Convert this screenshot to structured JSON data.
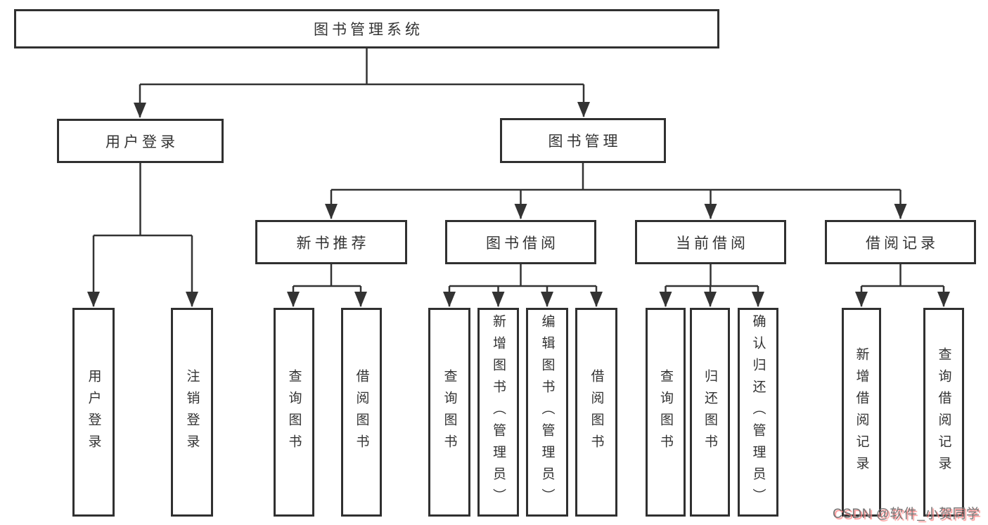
{
  "colors": {
    "background": "#ffffff",
    "line": "#333333",
    "box_border": "#303030",
    "text": "#333333",
    "watermark_gray": "#757575",
    "watermark_pink": "#ff8a8a"
  },
  "tree": {
    "root": "图书管理系统",
    "branches": [
      {
        "label": "用户登录",
        "leaves": [
          "用户登录",
          "注销登录"
        ]
      },
      {
        "label": "图书管理",
        "groups": [
          {
            "label": "新书推荐",
            "leaves": [
              "查询图书",
              "借阅图书"
            ]
          },
          {
            "label": "图书借阅",
            "leaves": [
              "查询图书",
              "新增图书（管理员）",
              "编辑图书（管理员）",
              "借阅图书"
            ]
          },
          {
            "label": "当前借阅",
            "leaves": [
              "查询图书",
              "归还图书",
              "确认归还（管理员）"
            ]
          },
          {
            "label": "借阅记录",
            "leaves": [
              "新增借阅记录",
              "查询借阅记录"
            ]
          }
        ]
      }
    ]
  },
  "watermark": {
    "text": "CSDN @软件_小贺同学"
  }
}
